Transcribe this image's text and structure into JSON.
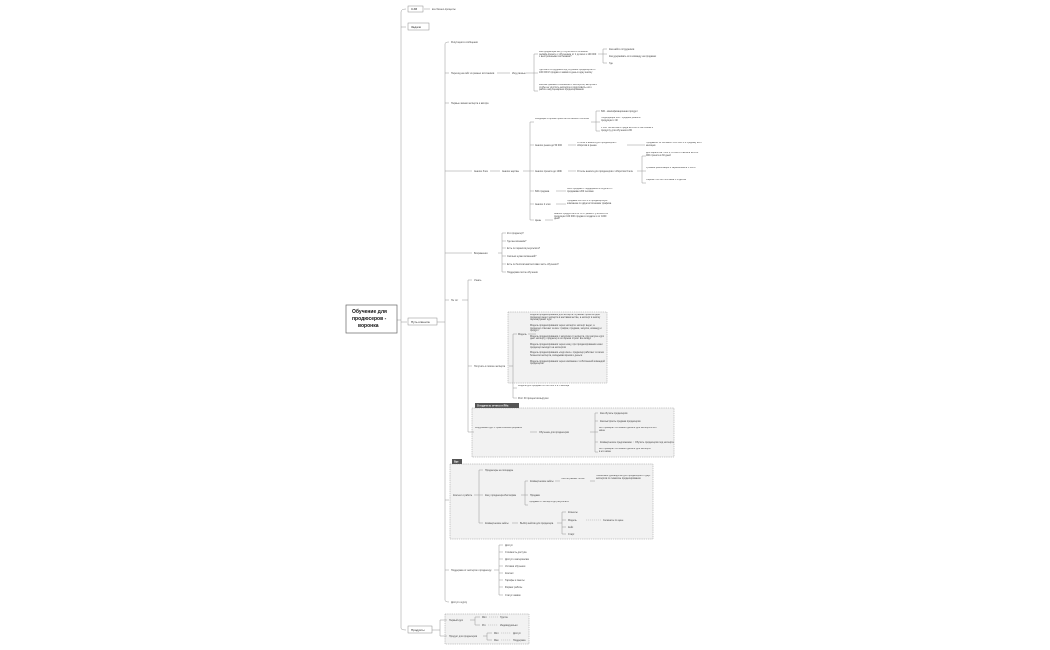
{
  "root": {
    "title_line1": "Обучение для",
    "title_line2": "продюсеров -",
    "title_line3": "воронка"
  },
  "lvl1": {
    "cjm": "CJM",
    "cjm_child": "все бизнес-процессы",
    "tasks": "Задачи",
    "path": "Путь клиента",
    "products": "Продукты"
  },
  "tags": {
    "students": "О подаче из отчета от ЯНа",
    "base": "Вре"
  },
  "path": {
    "a1": "Репутации в сообщении",
    "a2": "Переход на сайт из разных источников",
    "a2_mid": "Ищу разные",
    "a2_c1": "Как продюсеры могут обучиться в большом онлайн-проекте с обучением от 1 до всех к 100 000 с выстроенными системами?",
    "a2_c1a": "Как найти сотрудников",
    "a2_c1b": "Как удерживать их в команду на продажах",
    "a2_c1c": "Где",
    "a2_c2": "Где взять сотрудника под обучение продюсеров от 100 000 ₽ продаж и заявок в день в одну кнопку",
    "a2_c3": "Как выстраивать отношения с экспертом, автором и чтобы не упустить эксперта и подготовить его к работе над сценарием продюсирования",
    "a3": "Первые звонки эксперта и автора",
    "a4": "Анализ блок",
    "a4_mid": "Анализ жертвы",
    "a4_1": "Входящая сторона проектов Алтайских Ситалов",
    "a4_1a": "600 - квалификационная продукт",
    "a4_1b": "Подходящие 600 - среднее рынок в продукции с 40",
    "a4_1c": "1 400 тех/кол-ва и среда на 1000 ₽ на основе к продукту для обучения в 80",
    "a4_2": "Анализ рынка до 50 000",
    "a4_2m": "Отчеты и анализ для продюсеров с оборотов в рынке",
    "a4_2a": "Продавать 10 человек с 200 000 ₽ и продажу на 6 месяцев",
    "a4_3": "Анализ проекта до 100К",
    "a4_3m": "Отчеты анализ для продюсеров с оборотом 6 млн",
    "a4_3a": "Для заработка 7000 ₽ чтобы и отвечать на 100 000 проекта в 30 дней",
    "a4_3b": "Уровень реализации и зарабатывать 5 000 ₽",
    "a4_3c": "Оценка 700 000 поставка с отделом",
    "a4_4": "600 продажа",
    "a4_4m": "6000 продажи с поддержкой в отделе и с продажами 200 человек",
    "a4_5": "Анализ 2 этап",
    "a4_5m": "Продажа 200 000 ₽ в продюсерскую компанию по двум источникам трафика",
    "a4_6": "Цены",
    "a4_6m": "Анализ продуктов в 80 % от рынка с учетом в 80 продукции 100 000 продаж в подарок и от 1000 дней",
    "b1": "Возражения",
    "b1_1": "Кто продюсер?",
    "b1_2": "Где мы возьмём?",
    "b1_3": "Есть ли гарантия результата?",
    "b1_4": "Сколько нужно вложений?",
    "b1_5": "Есть ли бесплатная/тестовая часть обучения?",
    "b1_6": "Поддержка после обучения",
    "b2": "Не тот",
    "b2_1": "Узнать",
    "b2_2": "Получить в поиске эксперта",
    "b2_2m": "Модель",
    "b2_q1": "Модель продюсирования для эксперта: в рамках проекта один продюсер ведет эксперта в наставничестве, а эксперт в кнопку перезагружает курс",
    "b2_q2": "Модель продюсирования через эксперта: эксперт ведет, а продюсер отвечает за все: трафик, продажи, запуски, команду и продукт",
    "b2_q3": "Модель продюсирования с запуском от эксперта, при запуске курс дает эксперту, продюсер в это время строит все вокруг",
    "b2_q4": "Модель продюсирования через нишу, при продюсировании ниши продюсер выходит на экспертов",
    "b2_q5": "Модель продюсирования «под ключ»: продюсер работает со всем бизнесом эксперта, вкладывая время и деньги",
    "b2_q6": "Модель продюсирования через компанию с собственной командой продюсеров",
    "b2_3": "Модель для продажи 10 000 000 ₽ в 3 месяца",
    "b2_4": "Рост 30 процентов выручки",
    "c1": "Модульный курс + практические форматы",
    "c1m": "Обучение для продюсеров",
    "c1a": "Как обучать продюсеров",
    "c1b": "Как выстроить продажи продюсеров",
    "c1c": "Вот примеры что можно сделать для эксперта в его нише",
    "c1d": "Коммерческое предложение",
    "c1e": "Обучить продюсеров под эксперта",
    "d1": "Контент о работе",
    "d1a": "Продюсеры на площадке",
    "d1b": "Как у продюсера Инстаграм",
    "d1c": "Коммерческие кейсы",
    "d1c_m": "Тексты разных лотов",
    "d1c_r": "Пошаговое руководство для продюсеров от двух экспертов по тематике продюсирования",
    "d1d": "Продажи",
    "d1e": "Продажи от эксперта до результата",
    "d1f": "Коммерческие кейсы",
    "d1f_m": "Выбор кейсов для продюсера",
    "d1f_1": "Клиенты",
    "d1f_2": "Модель",
    "d1f_2a": "Сегменты по цене",
    "d1f_3": "Кейс",
    "d1f_4": "Старт",
    "e1": "Поддержка от эксперта к продюсеру",
    "e1_1": "Доступ",
    "e1_2": "Стоимость доступа",
    "e1_3": "Доступ к материалам",
    "e1_4": "Условия обучения",
    "e1_5": "Контакт",
    "e1_6": "Тарифы и пакеты",
    "e1_7": "Формат работы",
    "e1_8": "Статус заявок",
    "f1": "Доступ к курсу"
  },
  "products": {
    "p1": "Первый курс",
    "p1a": "Mini",
    "p1a_v": "Группа",
    "p1b": "Pro",
    "p1b_v": "Индивидуально",
    "p2": "Продукт для продюсеров",
    "p2a": "Mini",
    "p2a_v": "Доступ",
    "p2b": "Max",
    "p2b_v": "Поддержка"
  }
}
